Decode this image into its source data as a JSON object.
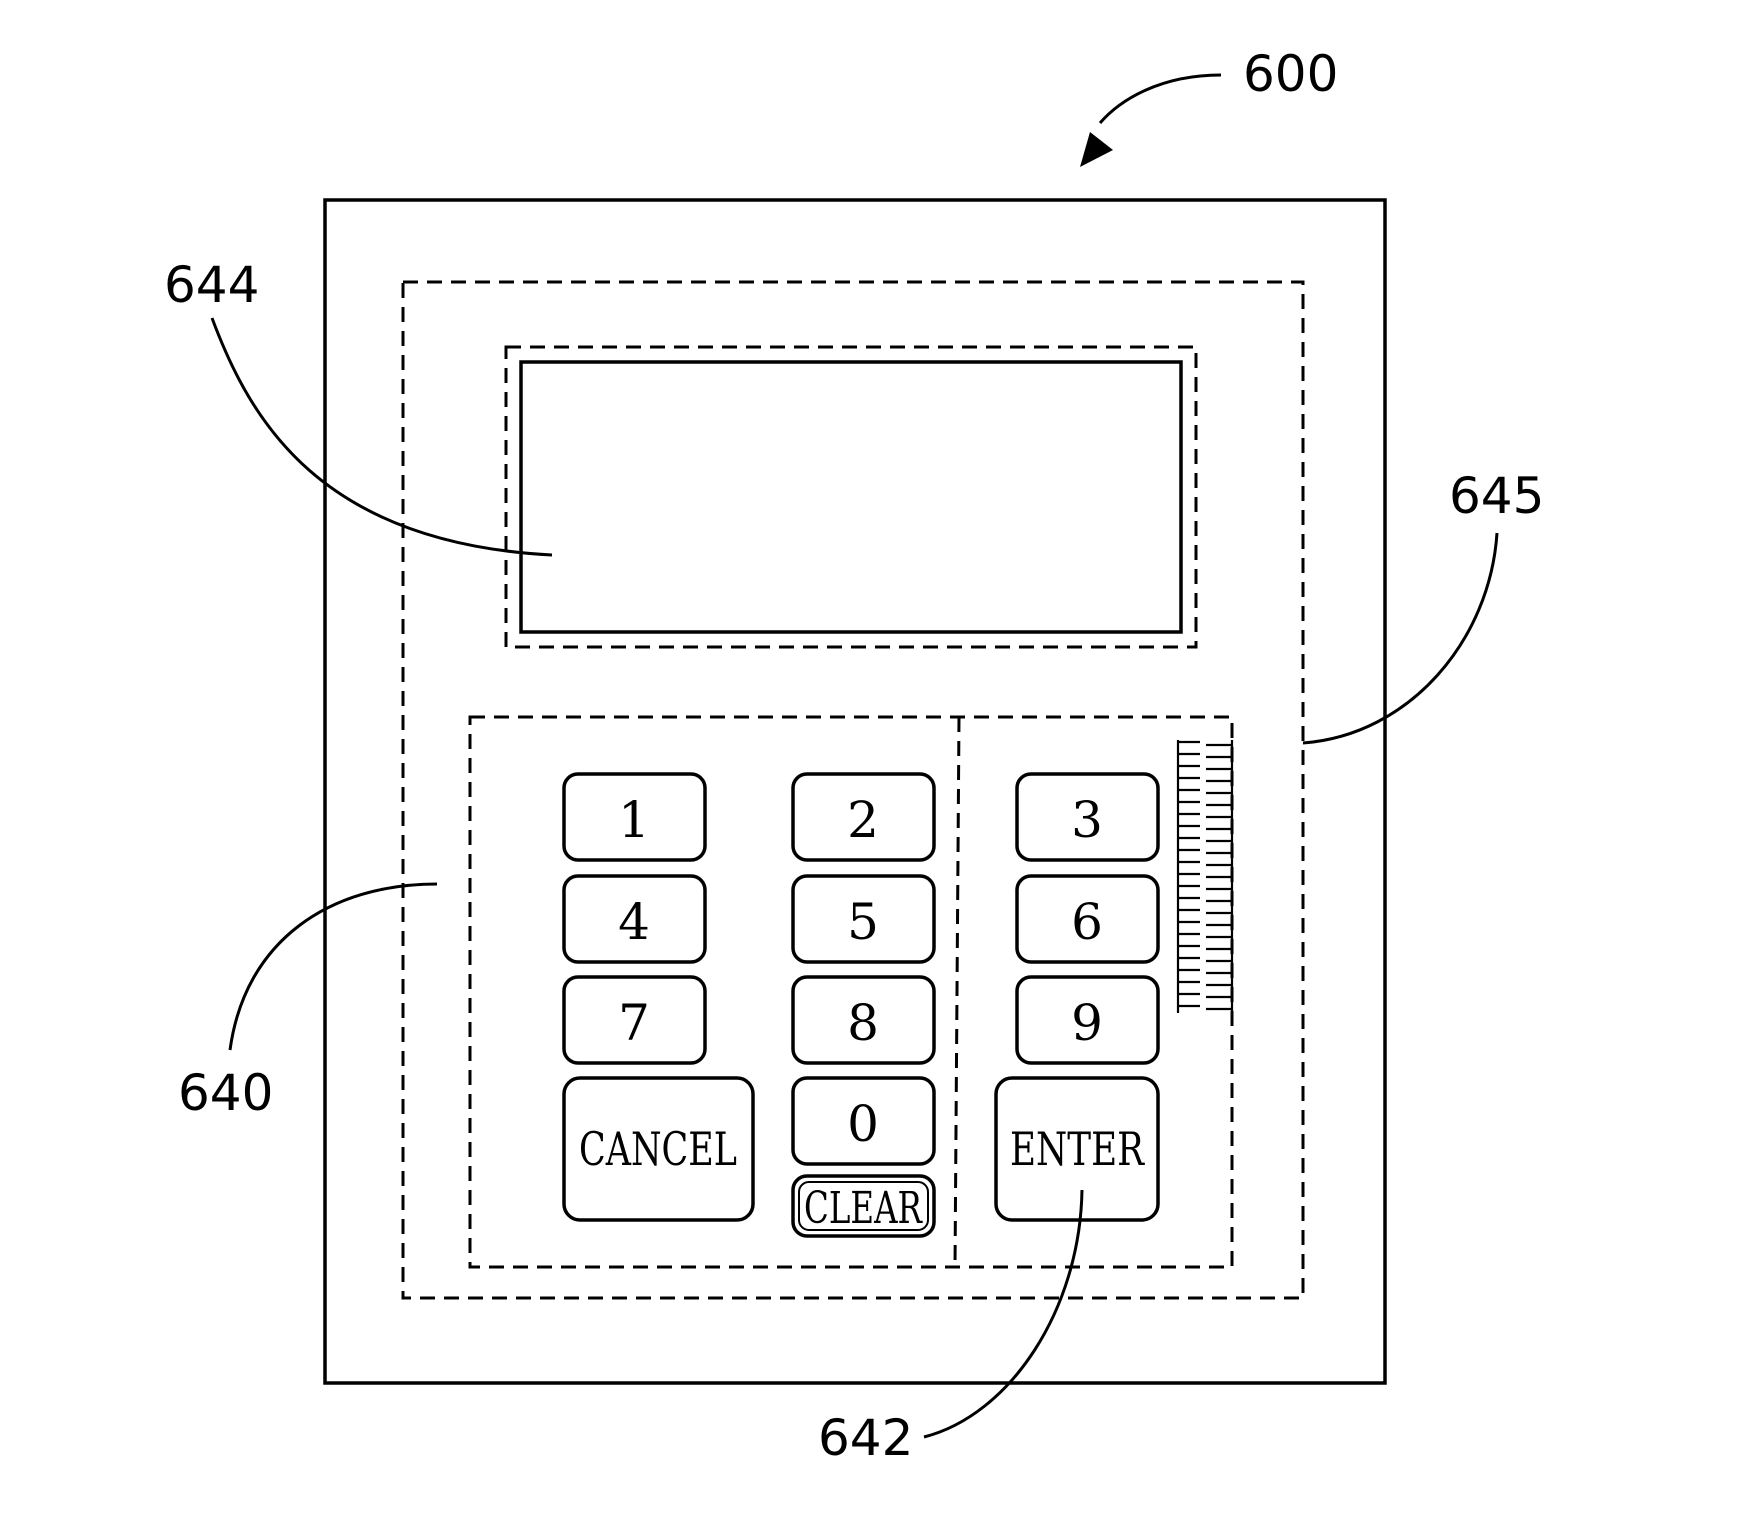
{
  "reference_numerals": {
    "device": "600",
    "display": "644",
    "housing_region": "645",
    "keypad_region": "640",
    "enter_key": "642"
  },
  "keys": {
    "k1": "1",
    "k2": "2",
    "k3": "3",
    "k4": "4",
    "k5": "5",
    "k6": "6",
    "k7": "7",
    "k8": "8",
    "k9": "9",
    "k0": "0",
    "cancel": "CANCEL",
    "clear": "CLEAR",
    "enter": "ENTER"
  }
}
